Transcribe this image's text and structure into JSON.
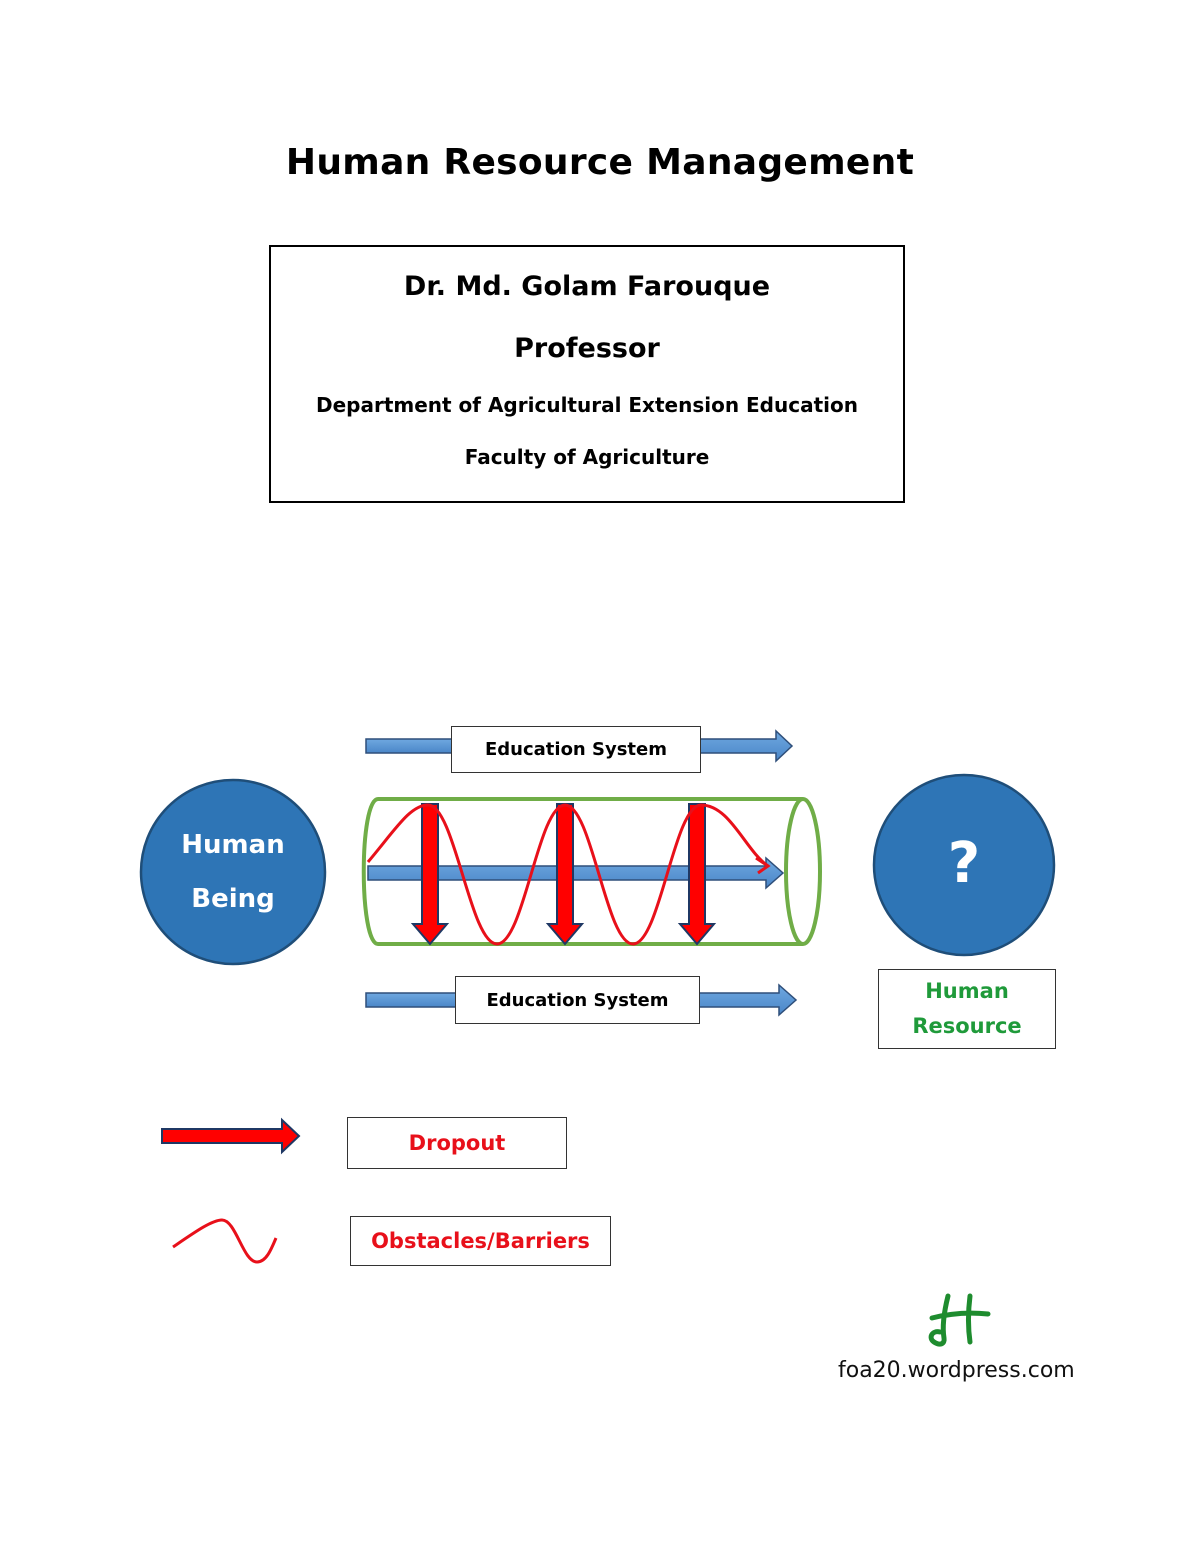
{
  "page": {
    "title": "Human Resource Management"
  },
  "author": {
    "name": "Dr. Md. Golam Farouque",
    "position": "Professor",
    "department": "Department of Agricultural Extension Education",
    "faculty": "Faculty of Agriculture"
  },
  "diagram": {
    "top_label": "Education System",
    "bottom_label": "Education System",
    "input_circle_line1": "Human",
    "input_circle_line2": "Being",
    "output_circle": "?",
    "output_label_line1": "Human",
    "output_label_line2": "Resource"
  },
  "legend": {
    "dropout_label": "Dropout",
    "obstacles_label": "Obstacles/Barriers"
  },
  "footer": {
    "logo_text": "H",
    "website": "foa20.wordpress.com"
  },
  "colors": {
    "circle_fill": "#2e75b6",
    "blue_arrow": "#5b9bd5",
    "dropout_red": "#ff0000",
    "cylinder_green": "#70ad47",
    "human_resource_green": "#1f9a3a",
    "logo_green": "#1e8c2e"
  }
}
